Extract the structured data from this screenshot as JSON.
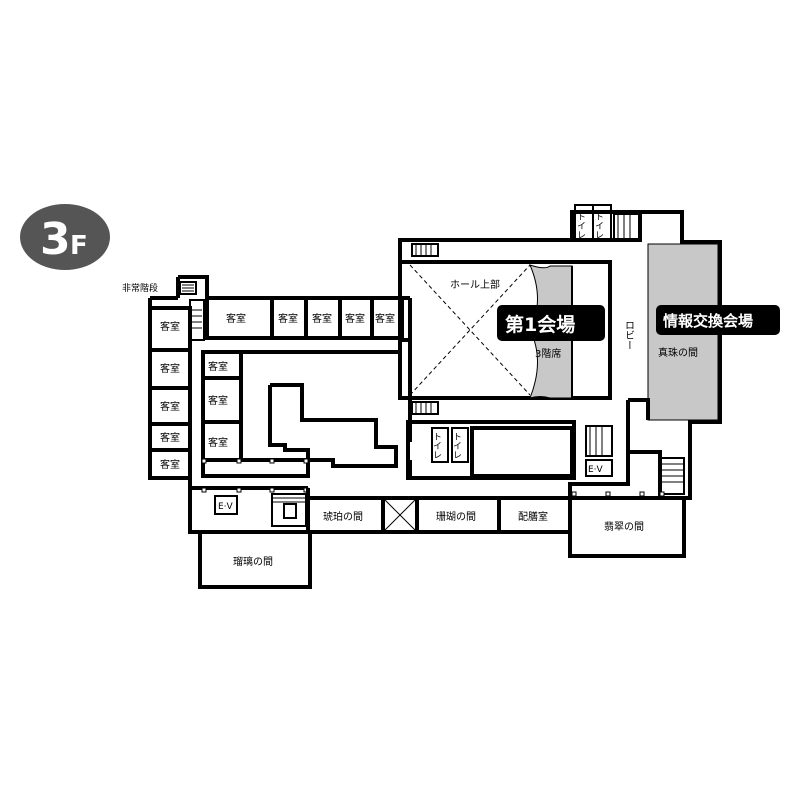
{
  "floor_badge": {
    "number": "3",
    "suffix": "F",
    "color": "#555555"
  },
  "colors": {
    "wall": "#000000",
    "hall_fill": "#c8c8c8",
    "highlight_bg": "#000000",
    "highlight_text": "#ffffff"
  },
  "labels": {
    "emergency_stairs": "非常階段",
    "guest_room": "客室",
    "hall_upper": "ホール上部",
    "hall_main": "第1会場",
    "third_floor_seats": "3階席",
    "lobby": "ロビー",
    "exchange_venue": "情報交換会場",
    "shinju": "真珠の間",
    "toilet": "トイレ",
    "ev": "E·V",
    "kohaku": "琥珀の間",
    "sango": "珊瑚の間",
    "haizen": "配膳室",
    "hisui": "翡翠の間",
    "ruri": "瑠璃の間"
  }
}
